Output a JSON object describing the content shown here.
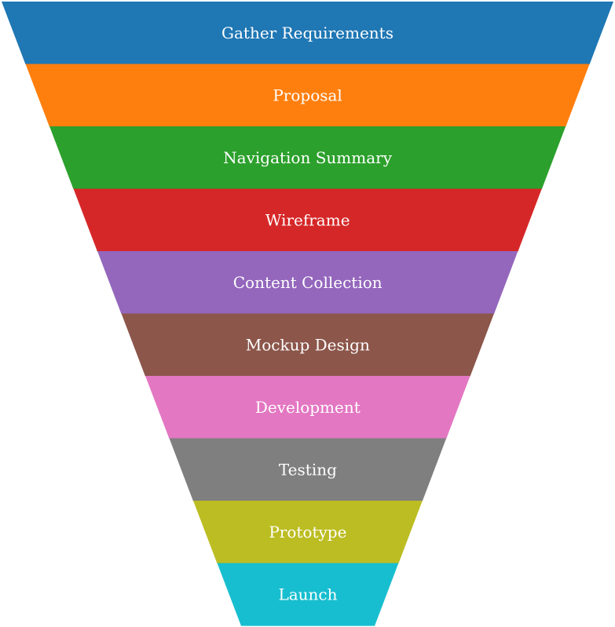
{
  "funnel": {
    "stages": [
      {
        "label": "Gather Requirements",
        "color": "#1f77b4"
      },
      {
        "label": "Proposal",
        "color": "#ff7f0e"
      },
      {
        "label": "Navigation Summary",
        "color": "#2ca02c"
      },
      {
        "label": "Wireframe",
        "color": "#d62728"
      },
      {
        "label": "Content Collection",
        "color": "#9467bd"
      },
      {
        "label": "Mockup Design",
        "color": "#8c564b"
      },
      {
        "label": "Development",
        "color": "#e377c2"
      },
      {
        "label": "Testing",
        "color": "#7f7f7f"
      },
      {
        "label": "Prototype",
        "color": "#bcbd22"
      },
      {
        "label": "Launch",
        "color": "#17becf"
      }
    ]
  }
}
